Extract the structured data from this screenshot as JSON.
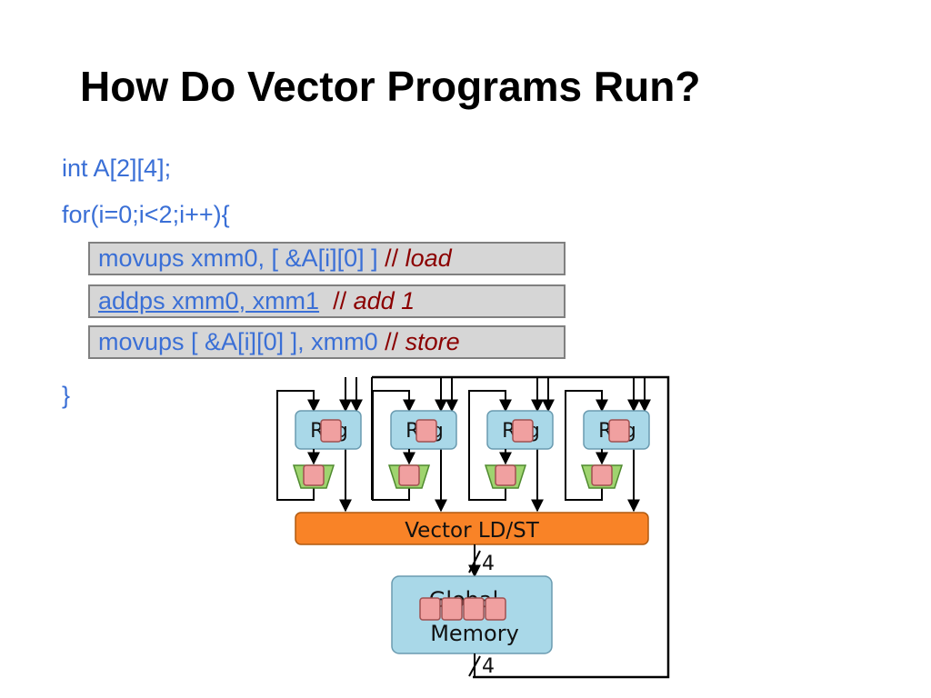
{
  "slide": {
    "title": "How Do Vector Programs Run?"
  },
  "code": {
    "line1": "int A[2][4];",
    "line2": "for(i=0;i<2;i++){",
    "box1": {
      "instruction": "movups xmm0, [ &A[i][0] ]",
      "slashes": "//",
      "comment": "load"
    },
    "box2": {
      "instruction": "addps xmm0, xmm1",
      "slashes": "//",
      "comment": "add 1"
    },
    "box3": {
      "instruction": "movups [ &A[i][0] ], xmm0",
      "slashes": "//",
      "comment": "store"
    },
    "closing": "}"
  },
  "diagram": {
    "lanes": [
      {
        "reg_label": "Reg"
      },
      {
        "reg_label": "Reg"
      },
      {
        "reg_label": "Reg"
      },
      {
        "reg_label": "Reg"
      }
    ],
    "ldst_label": "Vector LD/ST",
    "memory_label_top": "Global",
    "memory_label_bottom": "Memory",
    "bus_width_top": "4",
    "bus_width_bottom": "4",
    "colors": {
      "reg_fill": "#a9d8e8",
      "reg_stroke": "#6a9bb0",
      "chip_fill": "#f0a0a0",
      "chip_stroke": "#a05050",
      "alu_fill": "#9fd46f",
      "ldst_fill": "#f98327",
      "memory_fill": "#a9d8e8"
    }
  }
}
